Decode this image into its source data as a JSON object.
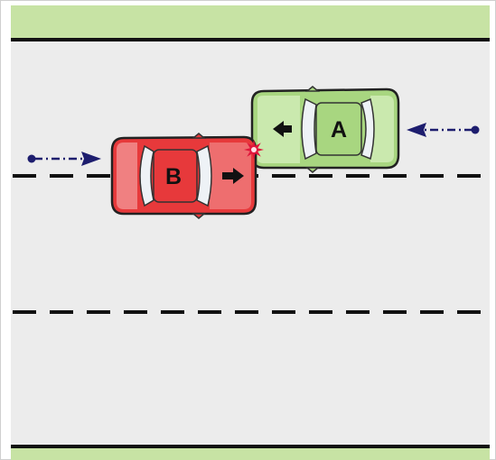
{
  "colors": {
    "grass": "#c7e3a4",
    "road": "#ececec",
    "road_edge": "#111111",
    "lane_dash": "#111111",
    "path_arrow": "#1d1d6e",
    "car_a_body": "#a8d680",
    "car_a_light": "#d6efbd",
    "car_b_body": "#e7393b",
    "car_b_light": "#f7b0b0",
    "glass": "#eef2f6",
    "impact": "#e0163b"
  },
  "cars": [
    {
      "id": "car-a",
      "label": "A",
      "direction": "left",
      "icon": "left-arrow-icon"
    },
    {
      "id": "car-b",
      "label": "B",
      "direction": "right",
      "icon": "right-arrow-icon"
    }
  ],
  "path_arrows": [
    {
      "id": "path-arrow-b",
      "direction": "right"
    },
    {
      "id": "path-arrow-a",
      "direction": "left"
    }
  ],
  "impact_icon": "collision-star-icon"
}
